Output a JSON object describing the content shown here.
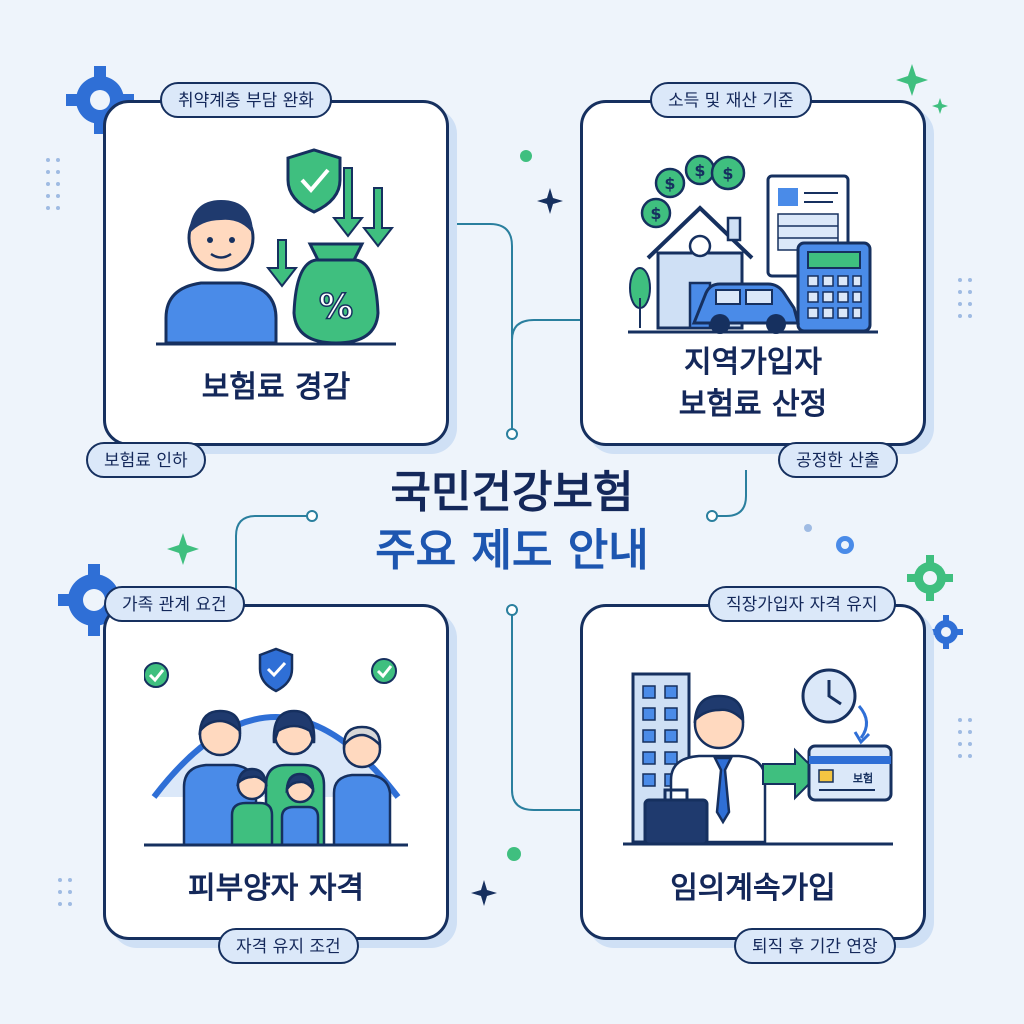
{
  "title": {
    "line1": "국민건강보험",
    "line2": "주요 제도 안내"
  },
  "cards": [
    {
      "id": "premium-reduction",
      "title": "보험료 경감",
      "top_tag": "취약계층 부담 완화",
      "bottom_tag": "보험료 인하",
      "icons": [
        "person-icon",
        "shield-check-icon",
        "down-arrow-icon",
        "money-bag-percent-icon"
      ]
    },
    {
      "id": "regional-premium",
      "title_line1": "지역가입자",
      "title_line2": "보험료 산정",
      "top_tag": "소득 및 재산 기준",
      "bottom_tag": "공정한 산출",
      "icons": [
        "coin-icon",
        "house-icon",
        "car-icon",
        "document-icon",
        "calculator-icon"
      ]
    },
    {
      "id": "dependent-eligibility",
      "title": "피부양자 자격",
      "top_tag": "가족 관계 요건",
      "bottom_tag": "자격 유지 조건",
      "icons": [
        "family-icon",
        "shield-check-icon",
        "check-circle-icon"
      ]
    },
    {
      "id": "voluntary-continuation",
      "title": "임의계속가입",
      "top_tag": "직장가입자 자격 유지",
      "bottom_tag": "퇴직 후 기간 연장",
      "card_label": "보험",
      "icons": [
        "building-icon",
        "worker-icon",
        "briefcase-icon",
        "clock-icon",
        "arrow-right-icon",
        "insurance-card-icon"
      ]
    }
  ],
  "colors": {
    "navy": "#16305f",
    "blue": "#2f6fd6",
    "light_blue": "#dbe8f9",
    "green": "#3fbf7f",
    "teal_line": "#2a7f9e",
    "background": "#eef4fb"
  }
}
